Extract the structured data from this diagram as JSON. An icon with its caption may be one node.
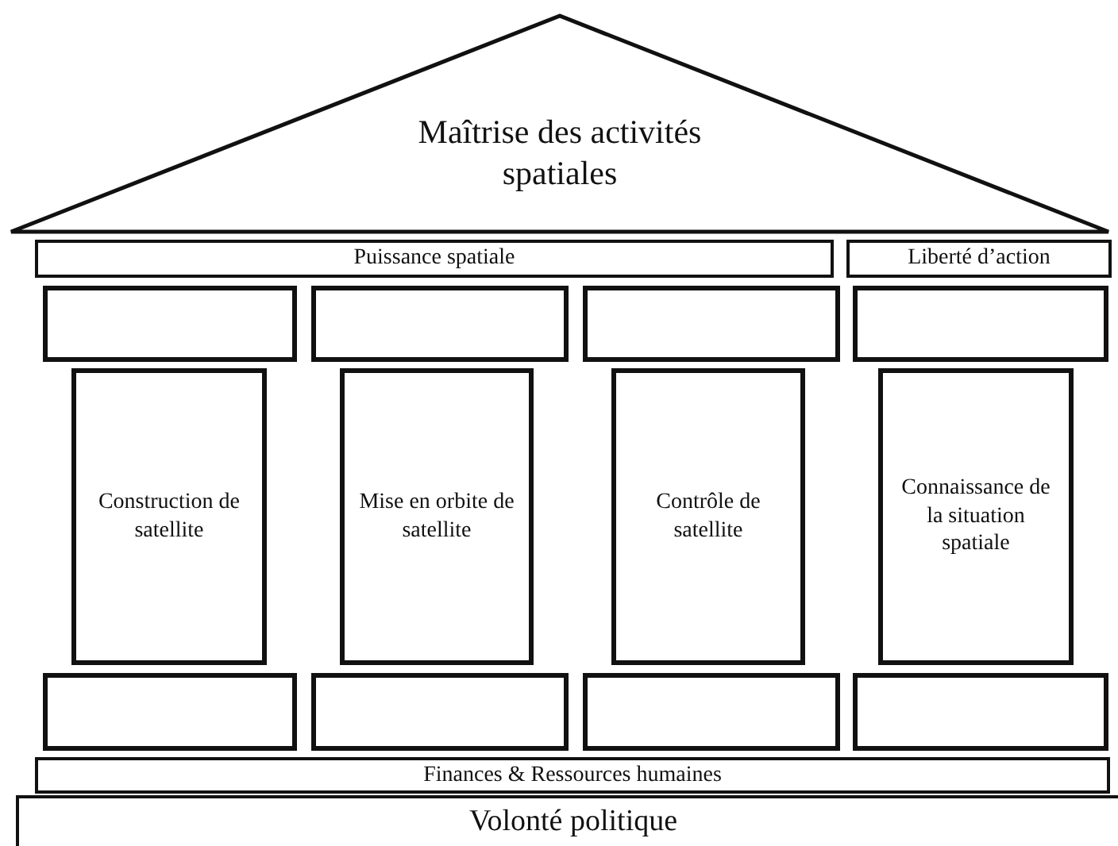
{
  "diagram": {
    "nodes": [
      {
        "text": [
          "Maîtrise des activités spatiales"
        ]
      },
      {
        "text": [
          "Puissance spatiale"
        ]
      },
      {
        "text": [
          "Liberté d’action"
        ]
      },
      {
        "text": [],
        "shape": "box"
      },
      {
        "text": [],
        "shape": "box"
      },
      {
        "text": [],
        "shape": "box"
      },
      {
        "text": [],
        "shape": "box"
      },
      {
        "text": [
          "Construction de satellite"
        ]
      },
      {
        "text": [
          "Mise en orbite de satellite"
        ]
      },
      {
        "text": [
          "Contrôle de satellite"
        ]
      },
      {
        "text": [
          "Connaissance de la situation spatiale"
        ]
      },
      {
        "text": [],
        "shape": "box"
      },
      {
        "text": [],
        "shape": "box"
      },
      {
        "text": [],
        "shape": "box"
      },
      {
        "text": [],
        "shape": "box"
      },
      {
        "text": [
          "Finances & Ressources humaines"
        ]
      },
      {
        "text": [
          "Volonté politique"
        ]
      }
    ],
    "edges": []
  }
}
